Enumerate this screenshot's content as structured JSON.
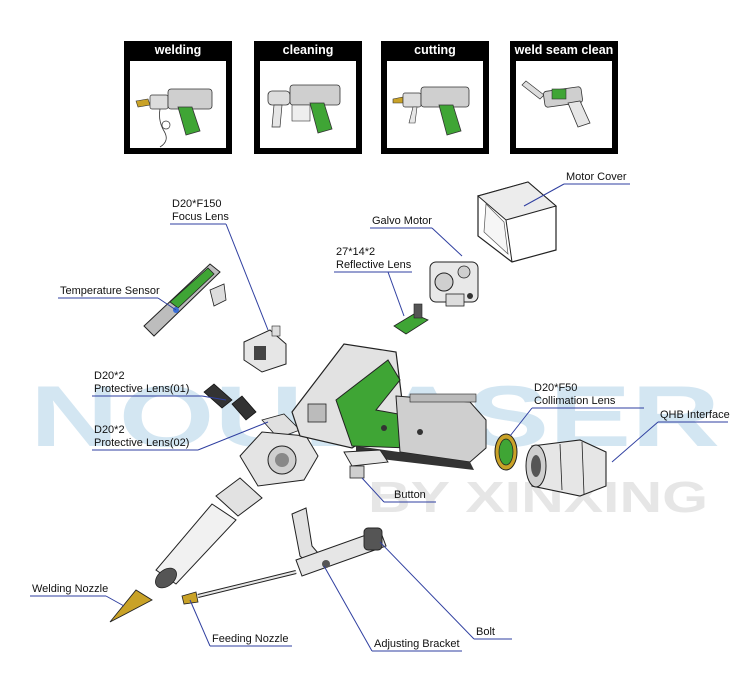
{
  "modes": [
    {
      "label": "welding"
    },
    {
      "label": "cleaning"
    },
    {
      "label": "cutting"
    },
    {
      "label": "weld seam clean"
    }
  ],
  "watermark": {
    "brand": "NOULASER",
    "sub": "BY XINXING"
  },
  "parts": {
    "motor_cover": "Motor Cover",
    "focus_lens_spec": "D20*F150",
    "focus_lens": "Focus Lens",
    "galvo_motor": "Galvo Motor",
    "reflective_lens_spec": "27*14*2",
    "reflective_lens": "Reflective Lens",
    "temperature_sensor": "Temperature Sensor",
    "protective_lens_01_spec": "D20*2",
    "protective_lens_01": "Protective Lens(01)",
    "protective_lens_02_spec": "D20*2",
    "protective_lens_02": "Protective Lens(02)",
    "collimation_lens_spec": "D20*F50",
    "collimation_lens": "Collimation Lens",
    "qhb_interface": "QHB Interface",
    "button": "Button",
    "welding_nozzle": "Welding Nozzle",
    "feeding_nozzle": "Feeding Nozzle",
    "bolt": "Bolt",
    "adjusting_bracket": "Adjusting Bracket"
  },
  "colors": {
    "accent_green": "#3fa535",
    "leader_blue": "#2f3fa0",
    "brass": "#c9a227",
    "card_bg": "#000000"
  }
}
